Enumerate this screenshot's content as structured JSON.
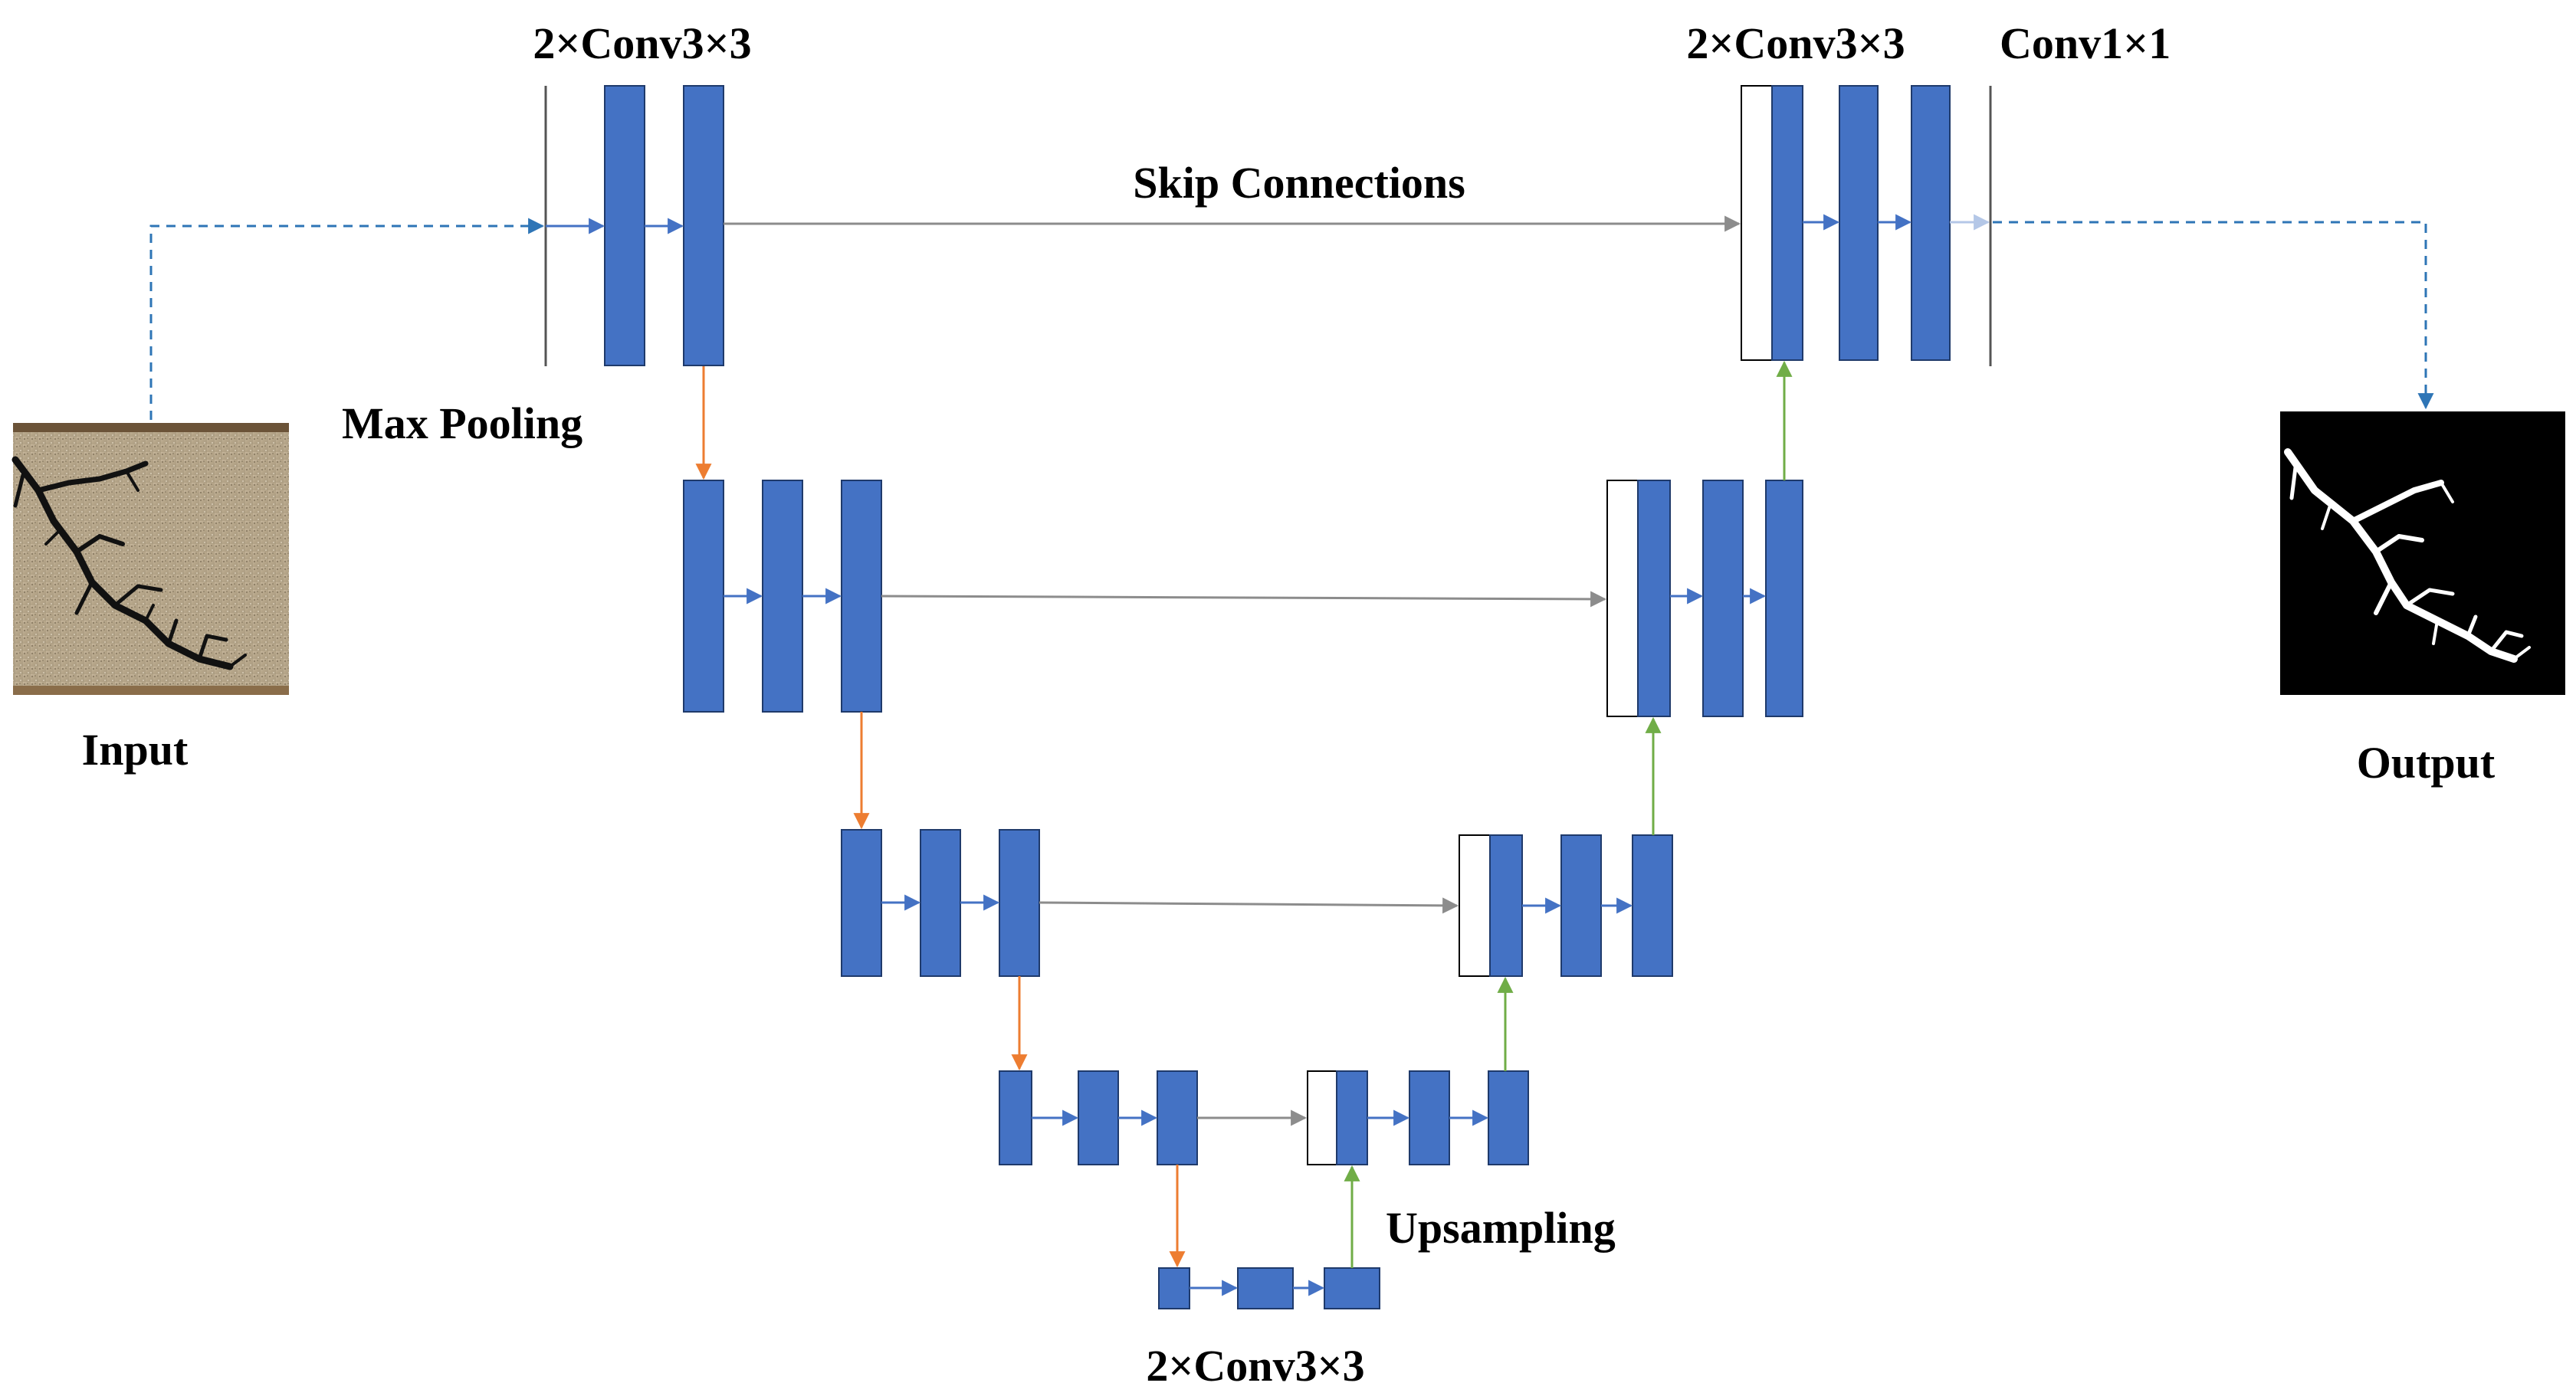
{
  "labels": {
    "top_left_conv": "2×Conv3×3",
    "top_right_conv": "2×Conv3×3",
    "conv1x1": "Conv1×1",
    "skip": "Skip Connections",
    "max_pooling": "Max Pooling",
    "upsampling": "Upsampling",
    "bottom_conv": "2×Conv3×3",
    "input": "Input",
    "output": "Output"
  },
  "colors": {
    "block": "#4472C4",
    "conv_arrow": "#4472C4",
    "skip_arrow": "#8C8C8C",
    "pool_arrow": "#ED7D31",
    "up_arrow": "#70AD47",
    "dashed": "#2E75B6"
  },
  "icons": {
    "input_image": "crack-photo-image",
    "output_image": "crack-mask-image"
  }
}
